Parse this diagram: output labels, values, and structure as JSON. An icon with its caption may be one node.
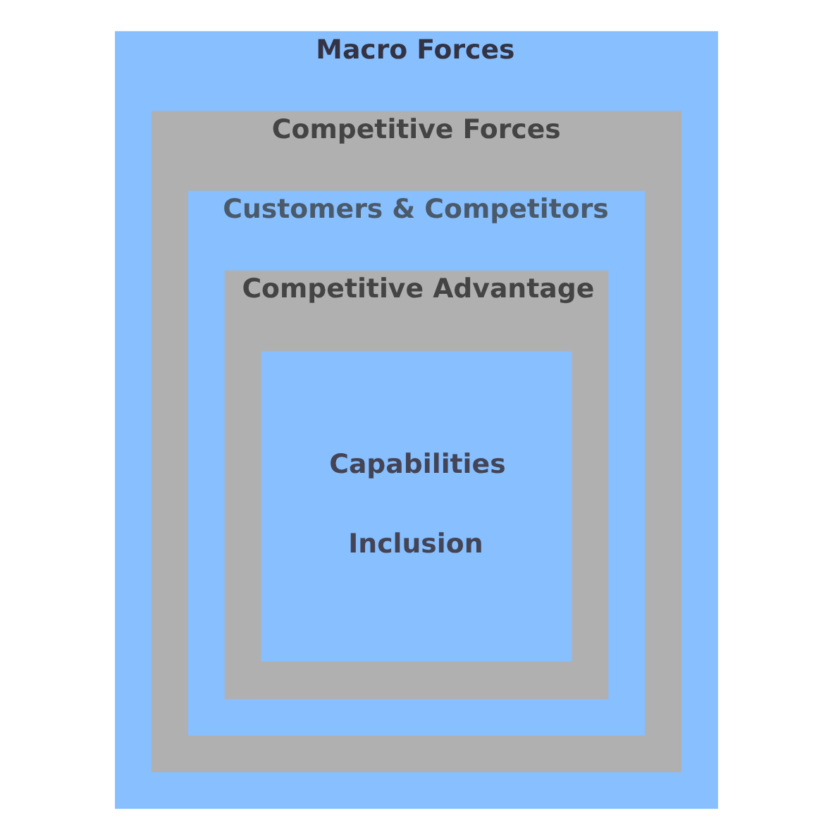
{
  "diagram": {
    "nodes": [
      {
        "text": [
          "Macro Forces"
        ]
      },
      {
        "text": [
          "Competitive Forces"
        ],
        "in": 0
      },
      {
        "text": [
          "Customers & Competitors"
        ],
        "in": 1
      },
      {
        "text": [
          "Competitive Advantage"
        ],
        "in": 2
      },
      {
        "text": [
          "Capabilities",
          "Inclusion"
        ],
        "in": 3
      }
    ],
    "edges": []
  }
}
